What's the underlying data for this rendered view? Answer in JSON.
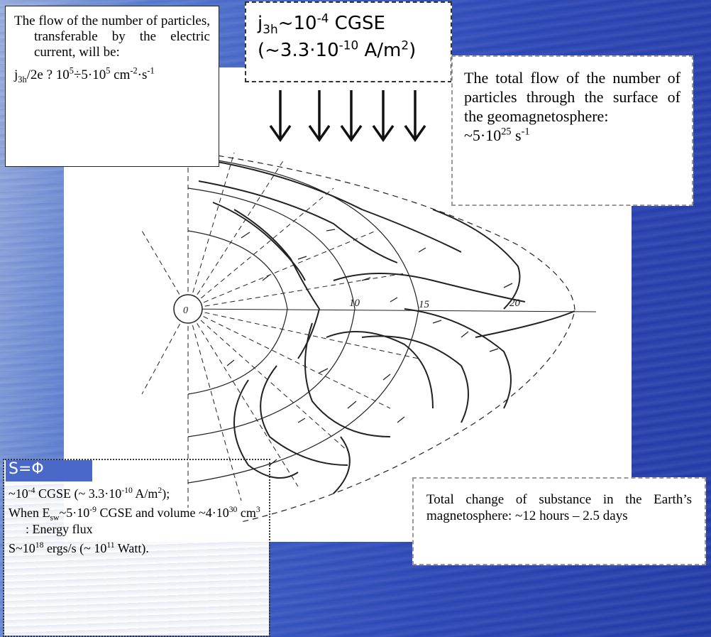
{
  "left_box": {
    "line1": "The flow of the number of particles, transferable by the electric current, will be:",
    "line2_pre": "j",
    "line2_sub": "3h",
    "line2_a": "/2e ? 10",
    "line2_sup1": "5",
    "line2_b": "÷5·10",
    "line2_sup2": "5",
    "line2_c": " cm",
    "line2_sup3": "-2",
    "line2_d": "·s",
    "line2_sup4": "-1"
  },
  "center_box": {
    "a": "j",
    "a_sub": "3h",
    "b": "~10",
    "b_sup": "-4",
    "c": " CGSE",
    "d": "(~3.3·10",
    "d_sup": "-10",
    "e": " A/m",
    "e_sup": "2",
    "f": ")"
  },
  "right_box": {
    "text": "The total flow of the number of particles through the surface of the geomagnetosphere:",
    "val": "~5·10",
    "val_sup": "25",
    "unit": " s",
    "unit_sup": "-1"
  },
  "bottom_right_box": {
    "text": "Total change of substance in the Earth’s magnetosphere: ~12 hours – 2.5 days"
  },
  "bottom_left_box": {
    "title": "S=Φ",
    "l1a": "~10",
    "l1a_sup": "-4",
    "l1b": " CGSE (~ 3.3·10",
    "l1b_sup": "-10",
    "l1c": " A/m",
    "l1c_sup": "2",
    "l1d": ");",
    "l2a": "When E",
    "l2a_sub": "sw",
    "l2b": "~5·10",
    "l2b_sup": "-9",
    "l2c": " CGSE and volume ~4·10",
    "l2c_sup": "30",
    "l2d": " cm",
    "l2d_sup": "3",
    "l2e": " : Energy flux",
    "l3a": "S~10",
    "l3a_sup": "18",
    "l3b": " ergs/s (~ 10",
    "l3b_sup": "11",
    "l3c": " Watt)."
  },
  "diagram": {
    "earth_label": "0",
    "contour_labels": [
      "10",
      "15",
      "20"
    ],
    "colors": {
      "ink": "#222222",
      "background_blue": "#3050c0"
    }
  }
}
